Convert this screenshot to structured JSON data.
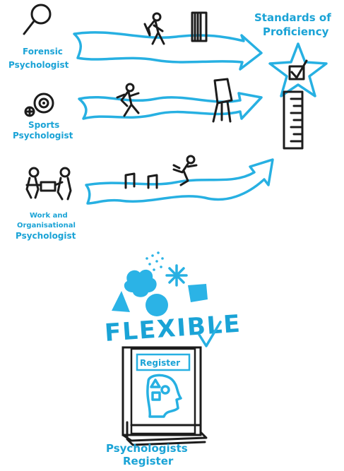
{
  "labels": {
    "forensic_1": "Forensic",
    "forensic_2": "Psychologist",
    "sports_1": "Sports",
    "sports_2": "Psychologist",
    "work_1": "Work and",
    "work_2": "Organisational",
    "work_3": "Psychologist",
    "standards_1": "Standards of",
    "standards_2": "Proficiency",
    "flexible": "FLEXIBLE",
    "book_label": "Register",
    "register_1": "Psychologists",
    "register_2": "Register"
  },
  "colors": {
    "accent": "#27b0e2",
    "ink": "#1c1c1c"
  }
}
